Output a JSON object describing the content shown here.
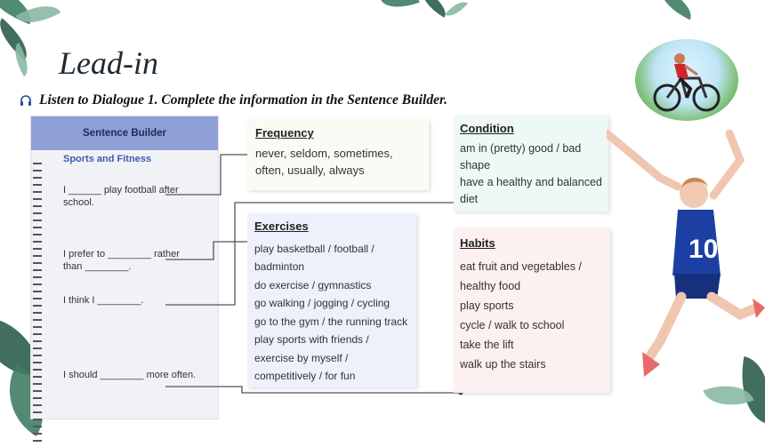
{
  "slide": {
    "title": "Lead-in",
    "instruction": "Listen to Dialogue 1. Complete the information in the Sentence Builder."
  },
  "builder": {
    "header": "Sentence Builder",
    "subheader": "Sports and Fitness",
    "lines": [
      "I ______ play football after school.",
      "I prefer to ________ rather than ________.",
      "I think I ________.",
      "I should ________ more often."
    ]
  },
  "frequency": {
    "heading": "Frequency",
    "text": "never, seldom, sometimes, often, usually, always"
  },
  "exercises": {
    "heading": "Exercises",
    "items": [
      "play basketball / football / badminton",
      "do exercise / gymnastics",
      "go walking / jogging / cycling",
      "go to the gym / the running track",
      "play sports with friends / exercise by myself / competitively / for fun"
    ]
  },
  "condition": {
    "heading": "Condition",
    "items": [
      "am in (pretty) good / bad shape",
      "have a healthy and balanced diet"
    ]
  },
  "habits": {
    "heading": "Habits",
    "items": [
      "eat fruit and vegetables / healthy food",
      "play sports",
      "cycle / walk to school",
      "take the lift",
      "walk up the stairs"
    ]
  },
  "colors": {
    "leaf": "#3f7d64",
    "builder_header": "#8fa0d6",
    "builder_sub": "#3d5bb3",
    "connector": "#555555"
  },
  "icons": {
    "instruction": "headphones-icon"
  }
}
